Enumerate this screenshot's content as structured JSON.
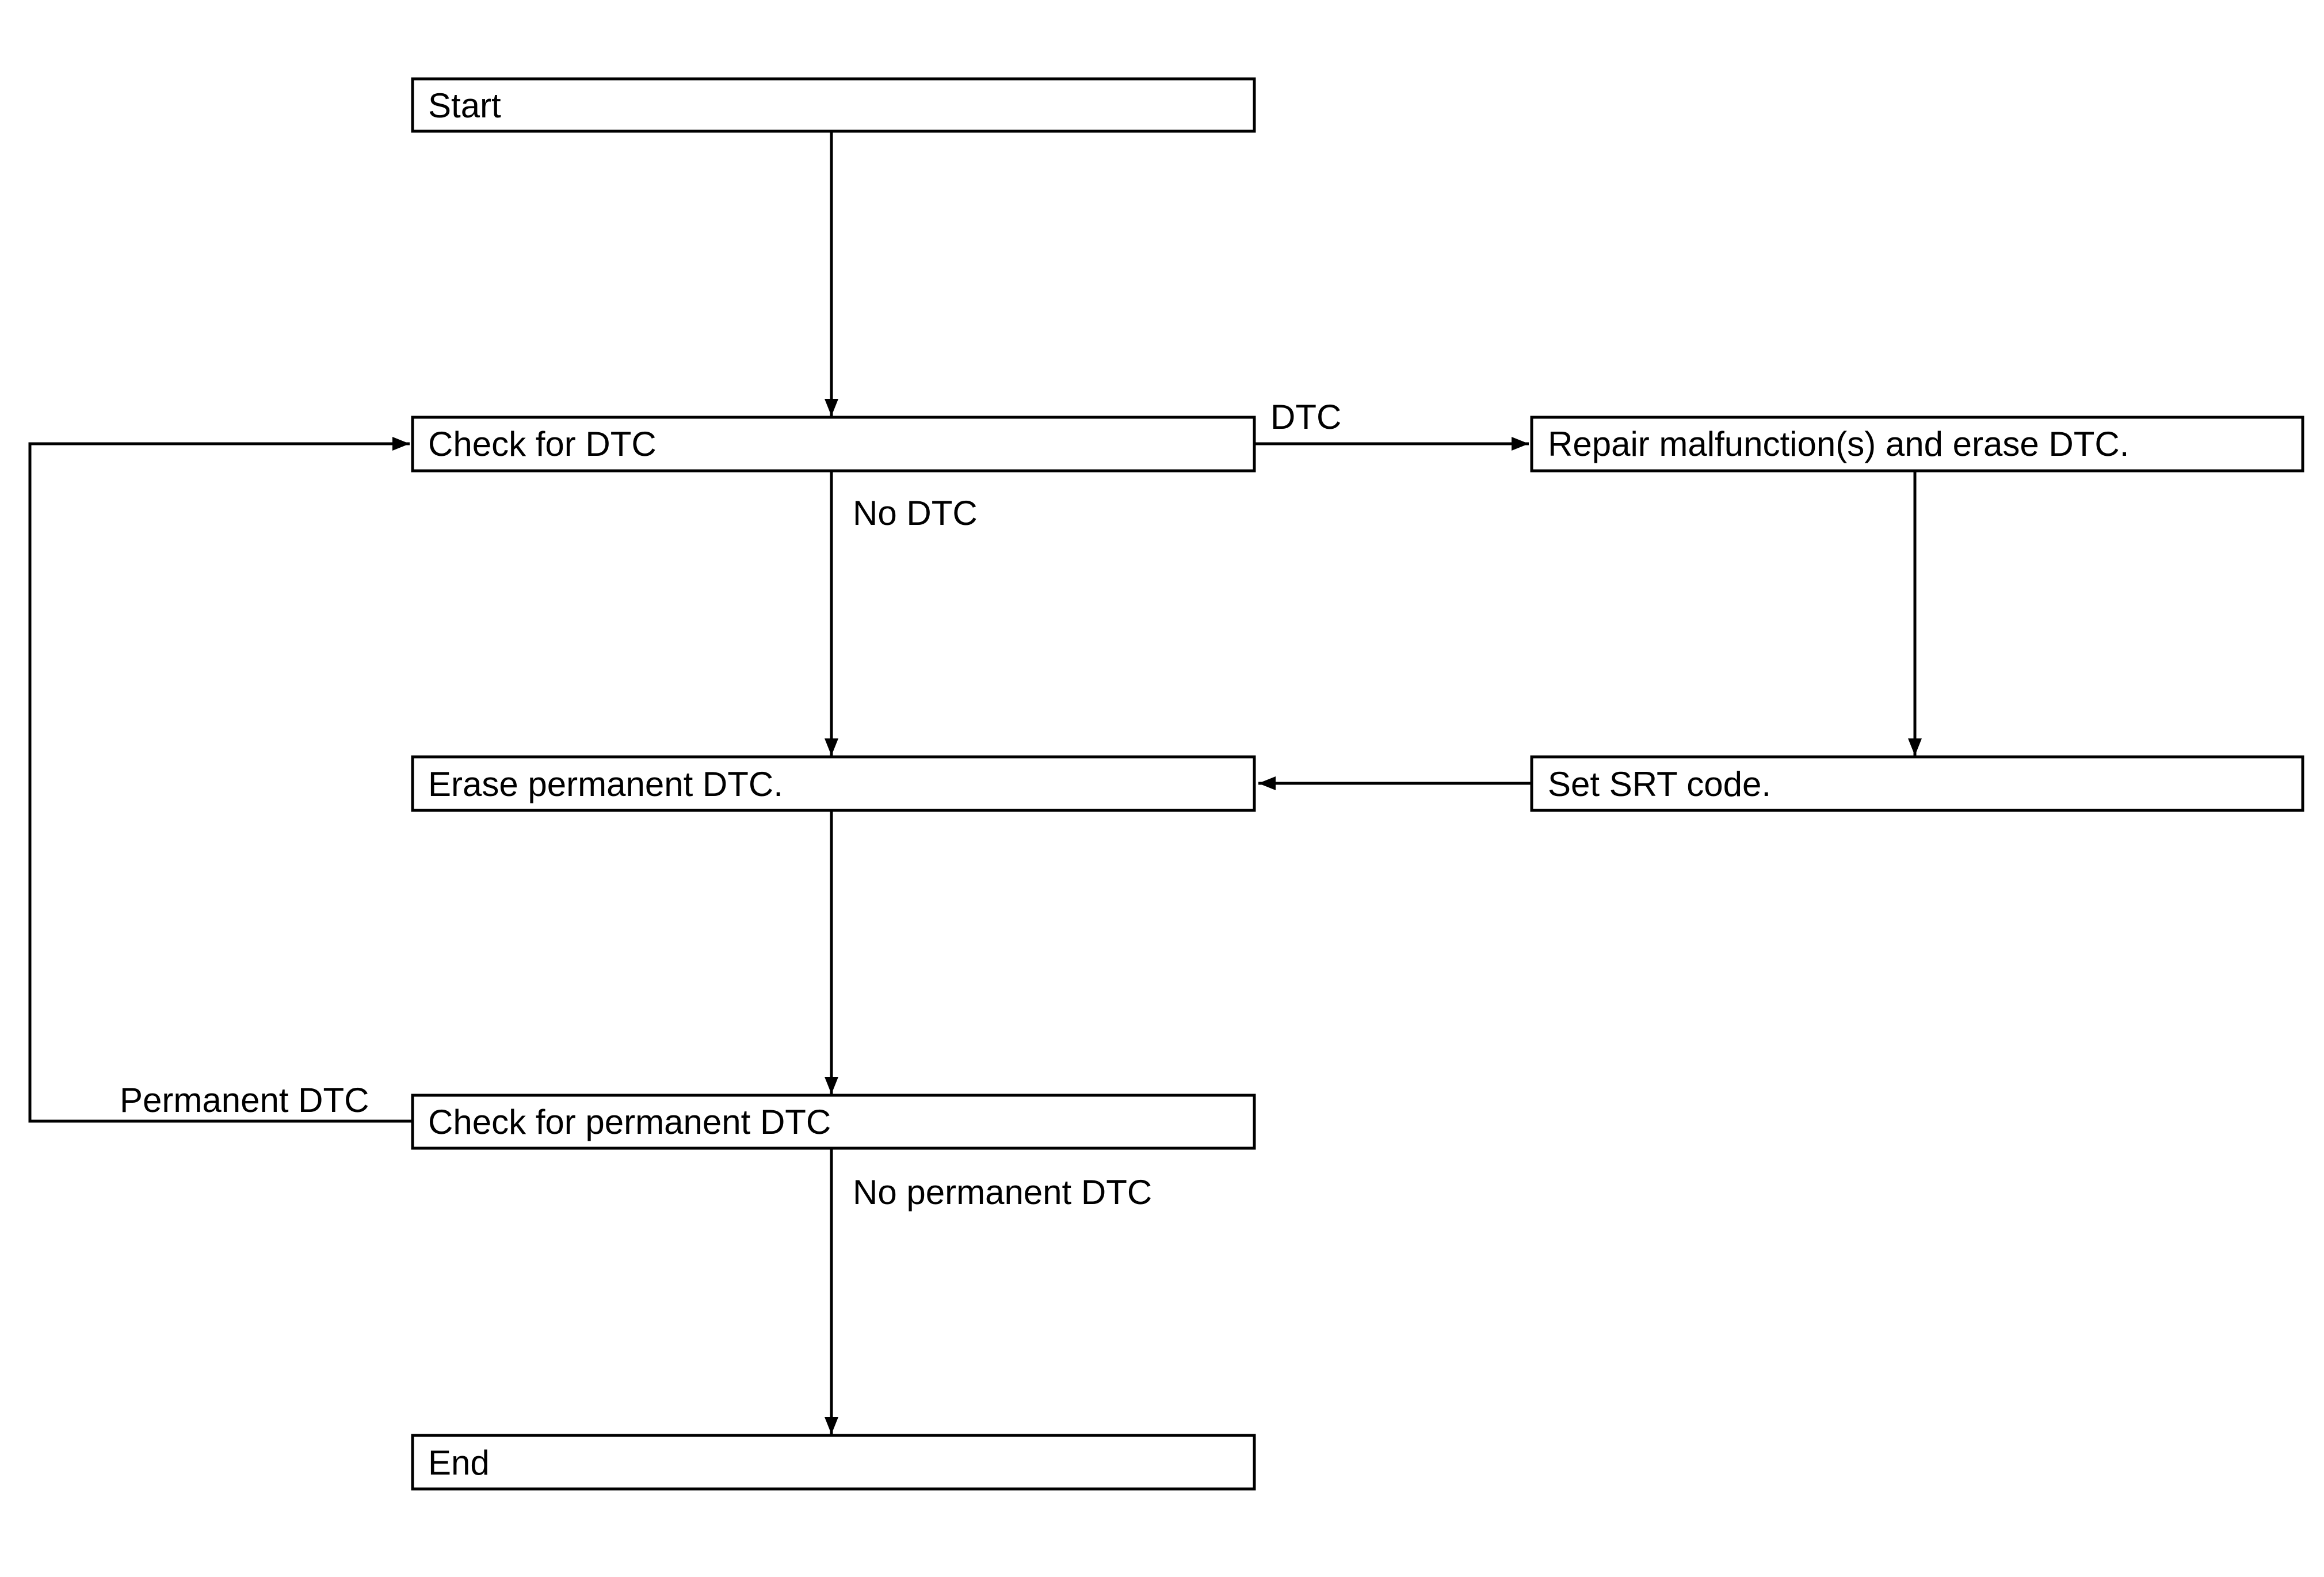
{
  "nodes": {
    "start": "Start",
    "check_dtc": "Check for DTC",
    "repair": "Repair malfunction(s) and erase DTC.",
    "erase_permanent": "Erase permanent DTC.",
    "set_srt": "Set SRT code.",
    "check_permanent": "Check for permanent DTC",
    "end": "End"
  },
  "edges": {
    "dtc": "DTC",
    "no_dtc": "No DTC",
    "permanent_dtc": "Permanent DTC",
    "no_permanent_dtc": "No permanent DTC"
  }
}
